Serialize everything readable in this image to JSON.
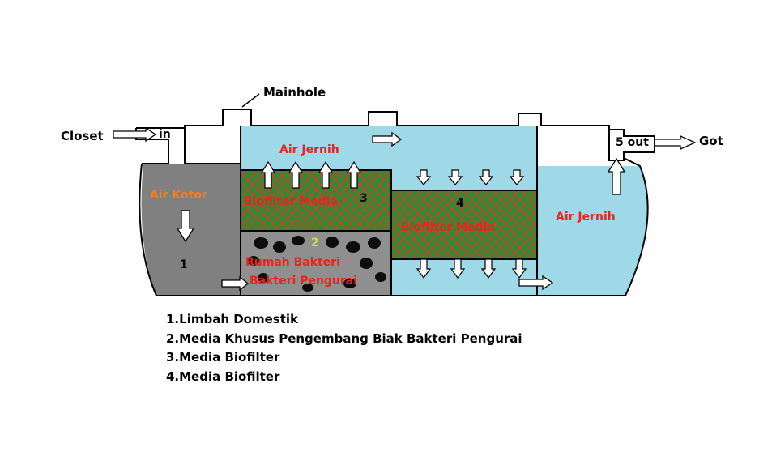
{
  "colors": {
    "dirty_water": "#808080",
    "clean_water": "#9fd9e8",
    "biofilter_bg": "#2f8a32",
    "biofilter_mesh": "#e8332d",
    "outline": "#000000",
    "orange_label": "#ff7a1a",
    "red_label": "#e8241c",
    "yellow_label": "#c9e23a",
    "bacteria_bg": "#8f8f8f",
    "bacteria_stone": "#0d0d0d"
  },
  "labels": {
    "mainhole": "Mainhole",
    "closet": "Closet",
    "inlet": "in",
    "outlet": "5 out",
    "got": "Got",
    "air_kotor": "Air Kotor",
    "air_jernih_top": "Air Jernih",
    "air_jernih_right": "Air Jernih",
    "biofilter_media_1": "Biofilter Media",
    "biofilter_media_2": "Biofilter Media",
    "rumah_bakteri_line1": "Rumah Bakteri",
    "rumah_bakteri_line2": "Bakteri Pengurai",
    "num_1": "1",
    "num_2": "2",
    "num_3": "3",
    "num_4": "4"
  },
  "legend": [
    "1.Limbah Domestik",
    "2.Media Khusus Pengembang Biak Bakteri Pengurai",
    "3.Media Biofilter",
    "4.Media Biofilter"
  ]
}
